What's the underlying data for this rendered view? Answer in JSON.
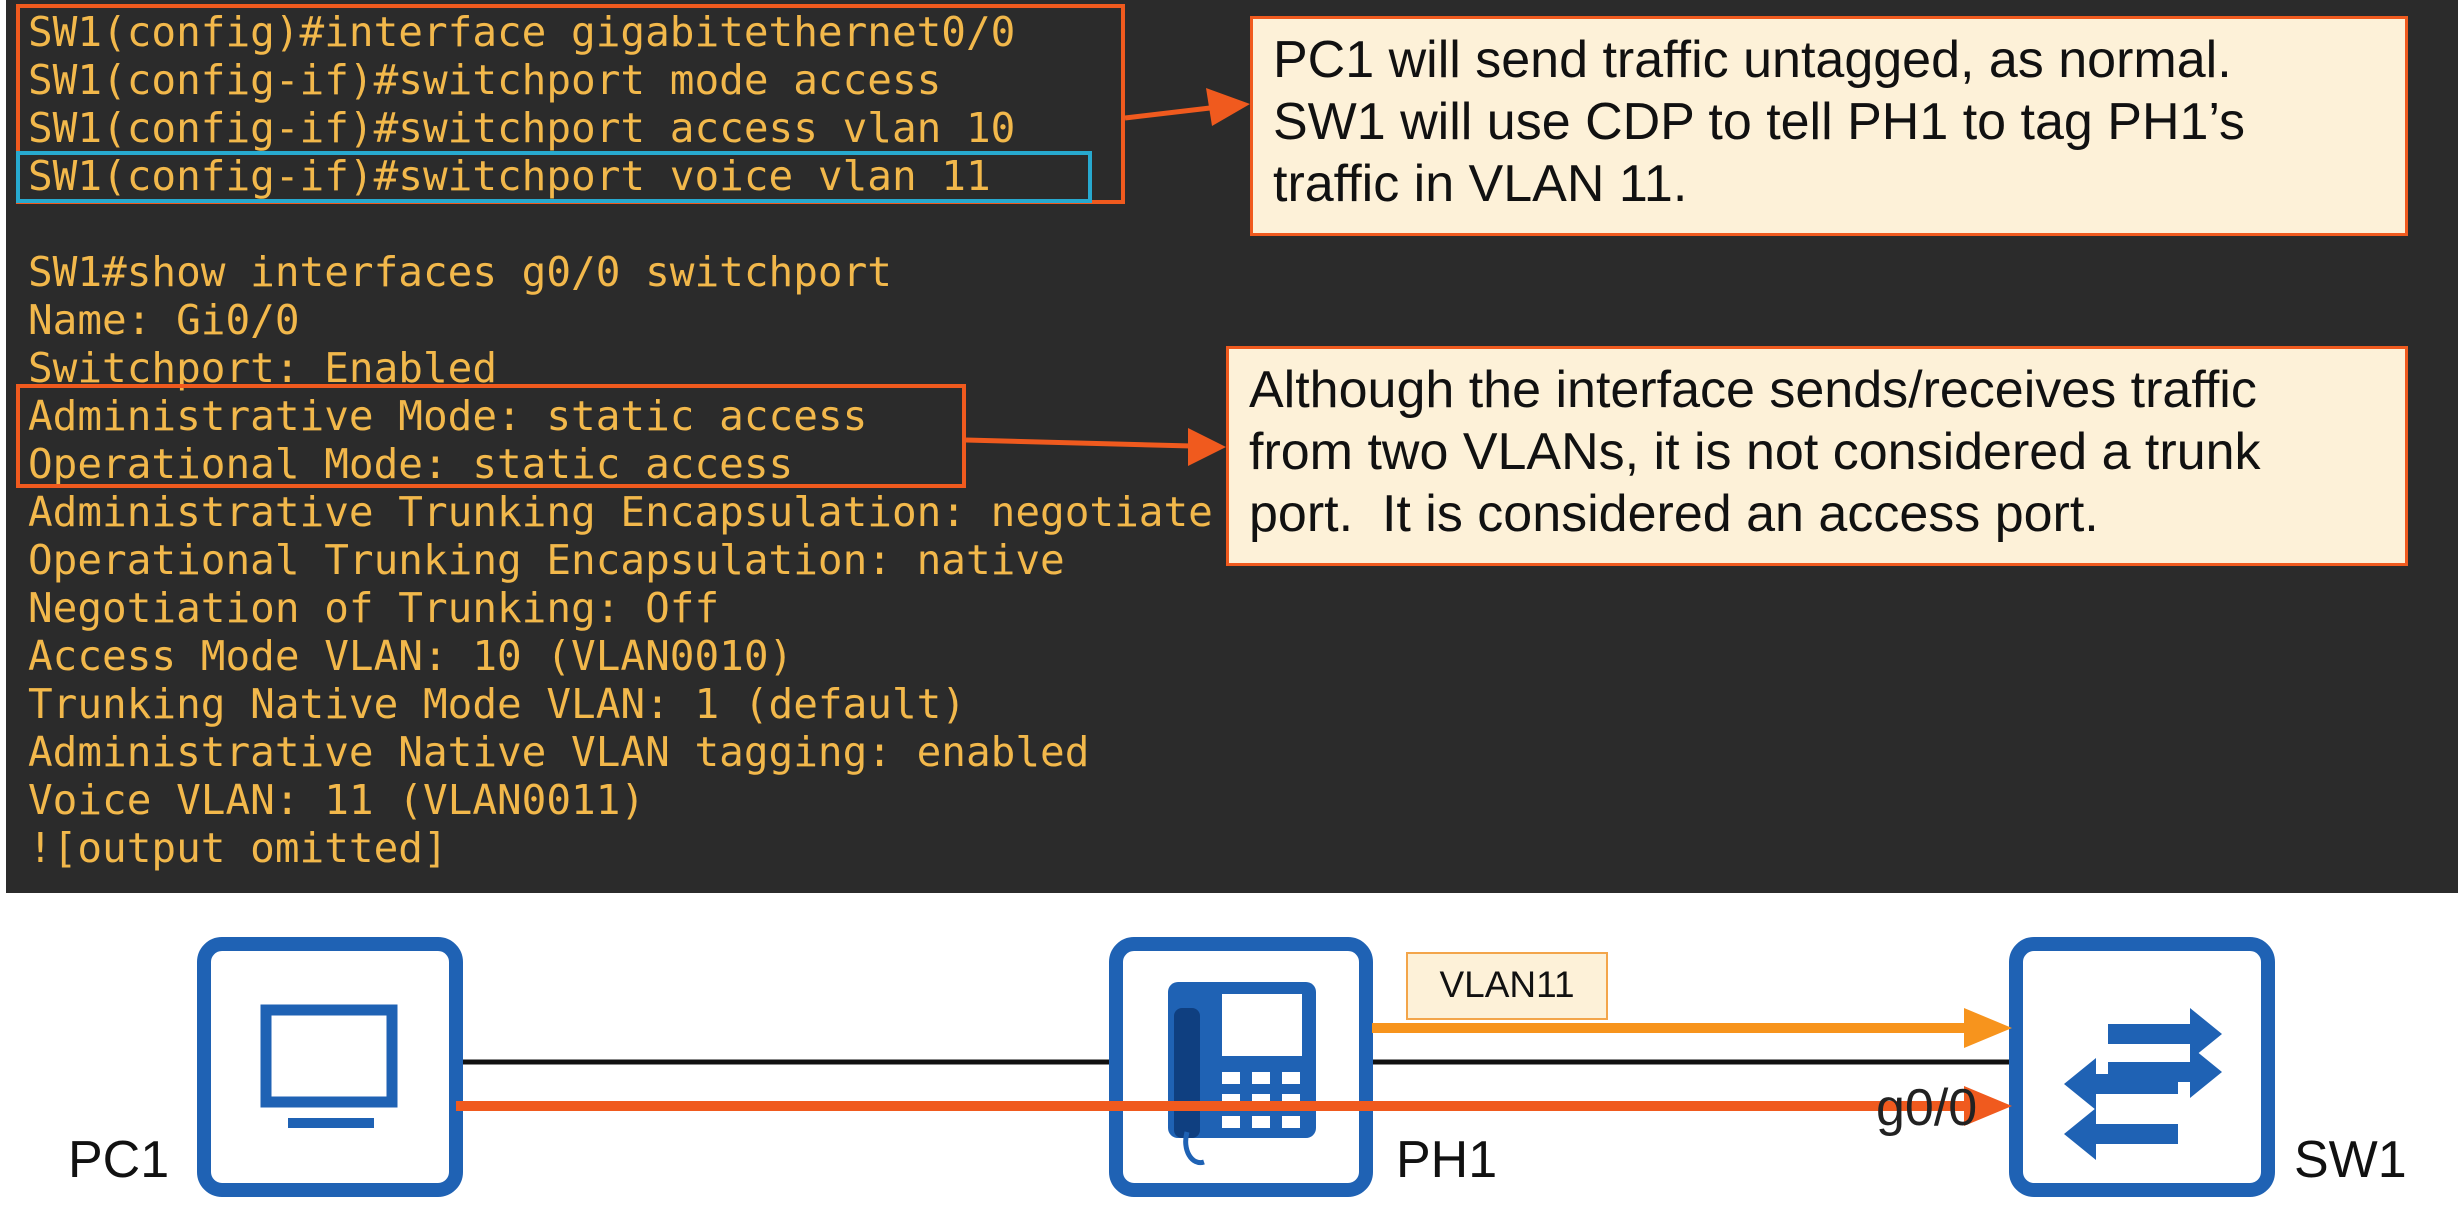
{
  "terminal": {
    "lines": [
      "SW1(config)#interface gigabitethernet0/0",
      "SW1(config-if)#switchport mode access",
      "SW1(config-if)#switchport access vlan 10",
      "SW1(config-if)#switchport voice vlan 11",
      "",
      "SW1#show interfaces g0/0 switchport",
      "Name: Gi0/0",
      "Switchport: Enabled",
      "Administrative Mode: static access",
      "Operational Mode: static access",
      "Administrative Trunking Encapsulation: negotiate",
      "Operational Trunking Encapsulation: native",
      "Negotiation of Trunking: Off",
      "Access Mode VLAN: 10 (VLAN0010)",
      "Trunking Native Mode VLAN: 1 (default)",
      "Administrative Native VLAN tagging: enabled",
      "Voice VLAN: 11 (VLAN0011)",
      "![output omitted]"
    ]
  },
  "callouts": {
    "voice_vlan": [
      "PC1 will send traffic untagged, as normal.",
      "SW1 will use CDP to tell PH1 to tag PH1’s",
      "traffic in VLAN 11."
    ],
    "access_port": [
      "Although the interface sends/receives traffic",
      "from two VLANs, it is not considered a trunk",
      "port.  It is considered an access port."
    ]
  },
  "diagram": {
    "pc_label": "PC1",
    "phone_label": "PH1",
    "switch_label": "SW1",
    "vlan_tag": "VLAN11",
    "port_label": "g0/0"
  },
  "colors": {
    "device_blue": "#1f62b4",
    "arrow_orange": "#f05a1e",
    "voice_arrow": "#f7941d",
    "highlight_cyan": "#27a9cf",
    "terminal_text": "#f2b84b"
  },
  "icons": {
    "pc": "computer-monitor-icon",
    "phone": "ip-phone-icon",
    "switch": "switch-arrows-icon"
  }
}
